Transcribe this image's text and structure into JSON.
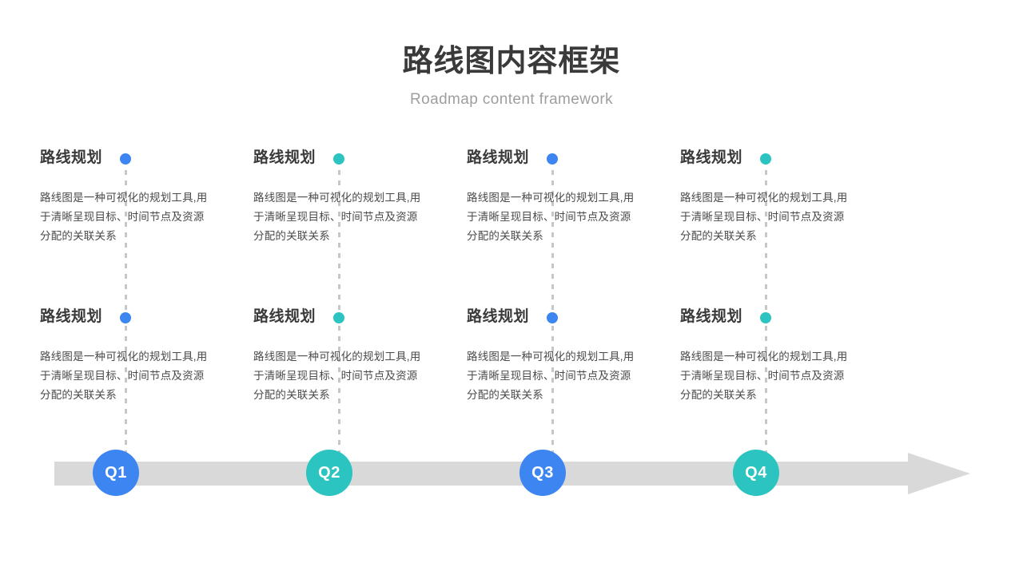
{
  "header": {
    "title": "路线图内容框架",
    "subtitle": "Roadmap content framework"
  },
  "colors": {
    "blue": "#3d85f0",
    "teal": "#2bc4c0",
    "bar_gray": "#d9d9d9",
    "dash_gray": "#c7c7c7",
    "title_color": "#3a3a3a",
    "subtitle_color": "#9e9e9e",
    "body_color": "#4a4a4a"
  },
  "columns": [
    {
      "quarter_label": "Q1",
      "accent": "#3d85f0",
      "items": [
        {
          "title": "路线规划",
          "body": "路线图是一种可视化的规划工具,用于清晰呈现目标、时间节点及资源分配的关联关系"
        },
        {
          "title": "路线规划",
          "body": "路线图是一种可视化的规划工具,用于清晰呈现目标、时间节点及资源分配的关联关系"
        }
      ]
    },
    {
      "quarter_label": "Q2",
      "accent": "#2bc4c0",
      "items": [
        {
          "title": "路线规划",
          "body": "路线图是一种可视化的规划工具,用于清晰呈现目标、时间节点及资源分配的关联关系"
        },
        {
          "title": "路线规划",
          "body": "路线图是一种可视化的规划工具,用于清晰呈现目标、时间节点及资源分配的关联关系"
        }
      ]
    },
    {
      "quarter_label": "Q3",
      "accent": "#3d85f0",
      "items": [
        {
          "title": "路线规划",
          "body": "路线图是一种可视化的规划工具,用于清晰呈现目标、时间节点及资源分配的关联关系"
        },
        {
          "title": "路线规划",
          "body": "路线图是一种可视化的规划工具,用于清晰呈现目标、时间节点及资源分配的关联关系"
        }
      ]
    },
    {
      "quarter_label": "Q4",
      "accent": "#2bc4c0",
      "items": [
        {
          "title": "路线规划",
          "body": "路线图是一种可视化的规划工具,用于清晰呈现目标、时间节点及资源分配的关联关系"
        },
        {
          "title": "路线规划",
          "body": "路线图是一种可视化的规划工具,用于清晰呈现目标、时间节点及资源分配的关联关系"
        }
      ]
    }
  ]
}
